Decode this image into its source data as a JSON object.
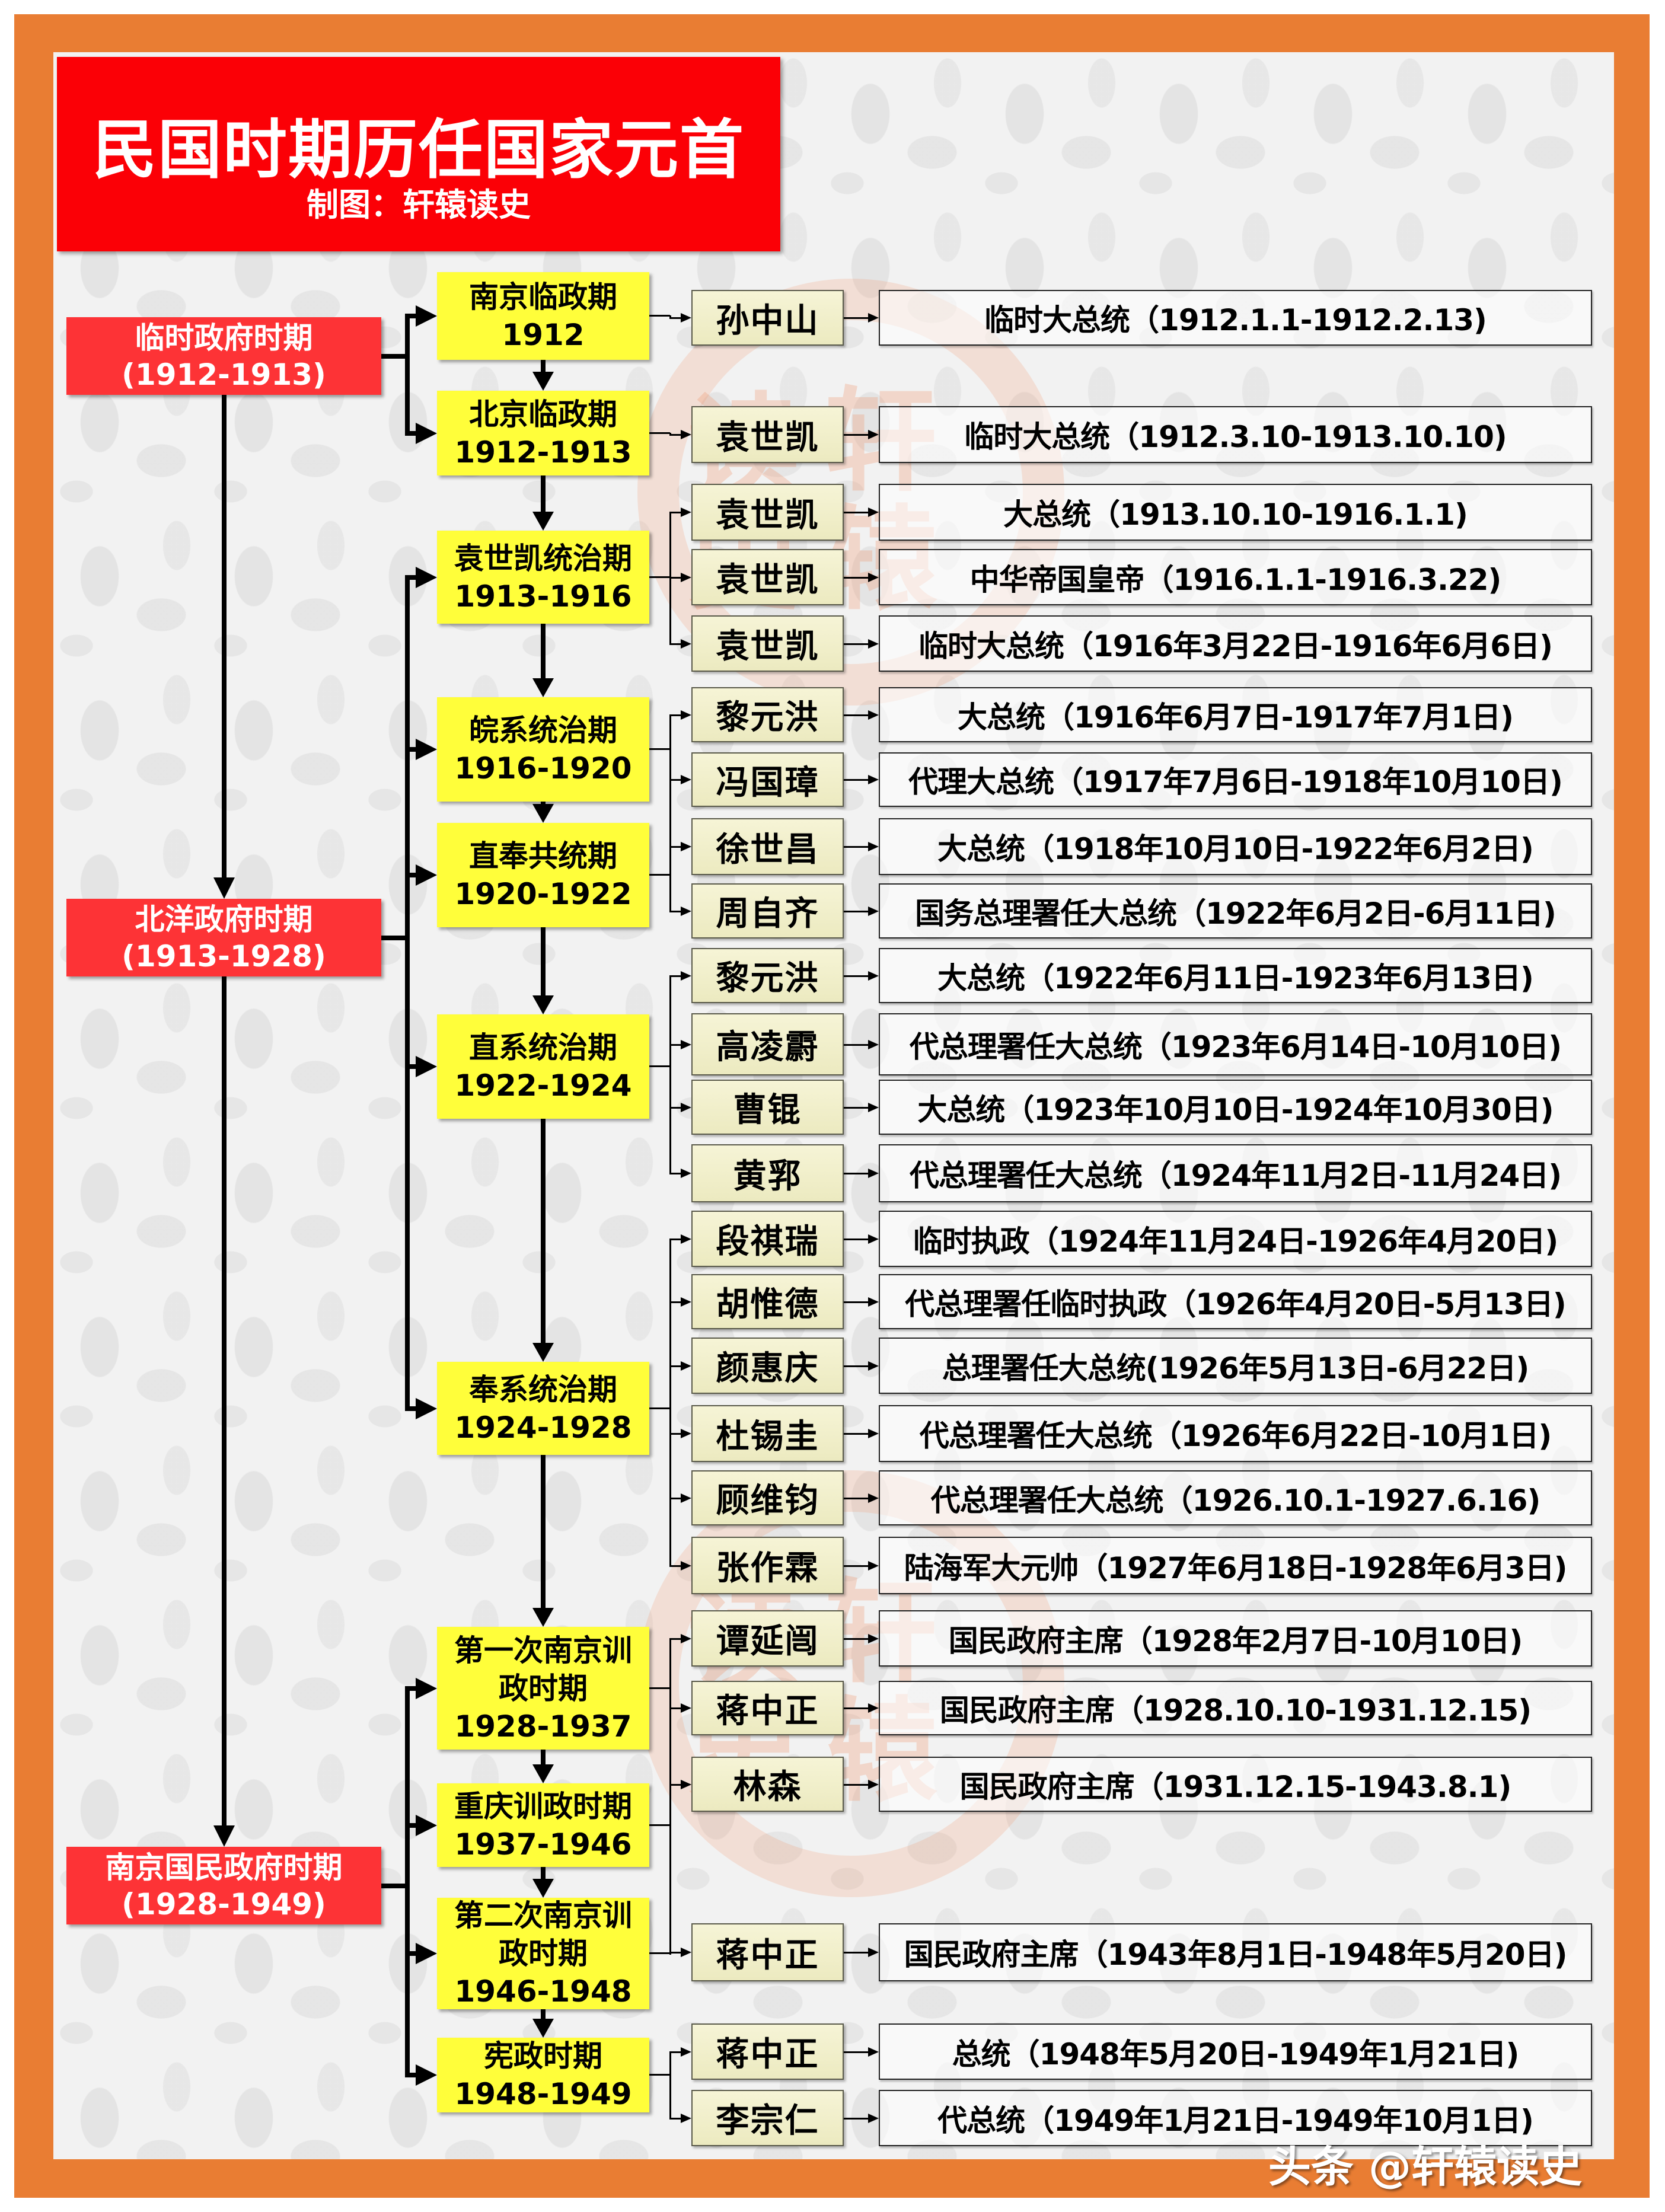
{
  "header": {
    "title": "民国时期历任国家元首",
    "subtitle": "制图：轩辕读史"
  },
  "eras": [
    {
      "name": "临时政府时期",
      "years": "(1912-1913)"
    },
    {
      "name": "北洋政府时期",
      "years": "(1913-1928)"
    },
    {
      "name": "南京国民政府时期",
      "years": "(1928-1949)"
    }
  ],
  "periods": [
    {
      "lines": [
        "南京临政期",
        "1912"
      ]
    },
    {
      "lines": [
        "北京临政期",
        "1912-1913"
      ]
    },
    {
      "lines": [
        "袁世凯统治期",
        "1913-1916"
      ]
    },
    {
      "lines": [
        "皖系统治期",
        "1916-1920"
      ]
    },
    {
      "lines": [
        "直奉共统期",
        "1920-1922"
      ]
    },
    {
      "lines": [
        "直系统治期",
        "1922-1924"
      ]
    },
    {
      "lines": [
        "奉系统治期",
        "1924-1928"
      ]
    },
    {
      "lines": [
        "第一次南京训",
        "政时期",
        "1928-1937"
      ]
    },
    {
      "lines": [
        "重庆训政时期",
        "1937-1946"
      ]
    },
    {
      "lines": [
        "第二次南京训",
        "政时期",
        "1946-1948"
      ]
    },
    {
      "lines": [
        "宪政时期",
        "1948-1949"
      ]
    }
  ],
  "leaders": [
    {
      "name": "孙中山",
      "title": "临时大总统（1912.1.1-1912.2.13)"
    },
    {
      "name": "袁世凯",
      "title": "临时大总统（1912.3.10-1913.10.10)"
    },
    {
      "name": "袁世凯",
      "title": "大总统（1913.10.10-1916.1.1)"
    },
    {
      "name": "袁世凯",
      "title": "中华帝国皇帝（1916.1.1-1916.3.22)"
    },
    {
      "name": "袁世凯",
      "title": "临时大总统（1916年3月22日-1916年6月6日)"
    },
    {
      "name": "黎元洪",
      "title": "大总统（1916年6月7日-1917年7月1日)"
    },
    {
      "name": "冯国璋",
      "title": "代理大总统（1917年7月6日-1918年10月10日)"
    },
    {
      "name": "徐世昌",
      "title": "大总统（1918年10月10日-1922年6月2日)"
    },
    {
      "name": "周自齐",
      "title": "国务总理署任大总统（1922年6月2日-6月11日)"
    },
    {
      "name": "黎元洪",
      "title": "大总统（1922年6月11日-1923年6月13日)"
    },
    {
      "name": "高凌霨",
      "title": "代总理署任大总统（1923年6月14日-10月10日)"
    },
    {
      "name": "曹锟",
      "title": "大总统（1923年10月10日-1924年10月30日)"
    },
    {
      "name": "黄郛",
      "title": "代总理署任大总统（1924年11月2日-11月24日)"
    },
    {
      "name": "段祺瑞",
      "title": "临时执政（1924年11月24日-1926年4月20日)"
    },
    {
      "name": "胡惟德",
      "title": "代总理署任临时执政（1926年4月20日-5月13日)"
    },
    {
      "name": "颜惠庆",
      "title": "总理署任大总统(1926年5月13日-6月22日)"
    },
    {
      "name": "杜锡圭",
      "title": "代总理署任大总统（1926年6月22日-10月1日)"
    },
    {
      "name": "顾维钧",
      "title": "代总理署任大总统（1926.10.1-1927.6.16)"
    },
    {
      "name": "张作霖",
      "title": "陆海军大元帅（1927年6月18日-1928年6月3日)"
    },
    {
      "name": "谭延闿",
      "title": "国民政府主席（1928年2月7日-10月10日)"
    },
    {
      "name": "蒋中正",
      "title": "国民政府主席（1928.10.10-1931.12.15)"
    },
    {
      "name": "林森",
      "title": "国民政府主席（1931.12.15-1943.8.1)"
    },
    {
      "name": "蒋中正",
      "title": "国民政府主席（1943年8月1日-1948年5月20日)"
    },
    {
      "name": "蒋中正",
      "title": "总统（1948年5月20日-1949年1月21日)"
    },
    {
      "name": "李宗仁",
      "title": "代总统（1949年1月21日-1949年10月1日)"
    }
  ],
  "seal": {
    "chars": [
      "轩",
      "辕",
      "读",
      "史"
    ]
  },
  "watermark": "头条 @轩辕读史",
  "colors": {
    "frame": "#e97d33",
    "title_bg": "#fb0006",
    "era_bg": "#fd3336",
    "period_bg": "#fffe3a",
    "name_bg": "#f2f0cc"
  }
}
